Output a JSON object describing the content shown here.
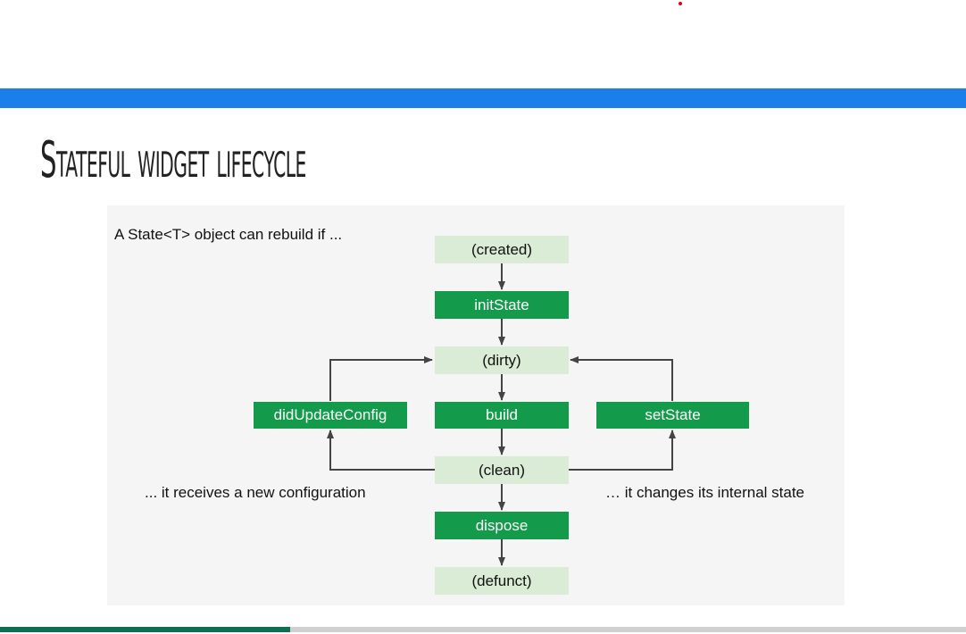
{
  "slide": {
    "title": "Stateful widget lifecycle",
    "colors": {
      "accent_bar": "#1a7fe8",
      "node_dark": "#139a4a",
      "node_light": "#dbecd6",
      "progress": "#0e6e54"
    }
  },
  "diagram": {
    "intro": "A State<T> object can rebuild if ...",
    "nodes": {
      "created": "(created)",
      "initState": "initState",
      "dirty": "(dirty)",
      "build": "build",
      "clean": "(clean)",
      "dispose": "dispose",
      "defunct": "(defunct)",
      "didUpdateConfig": "didUpdateConfig",
      "setState": "setState"
    },
    "notes": {
      "left": "... it receives a new configuration",
      "right": "… it changes its internal state"
    }
  },
  "progress": {
    "fraction": 0.3
  }
}
